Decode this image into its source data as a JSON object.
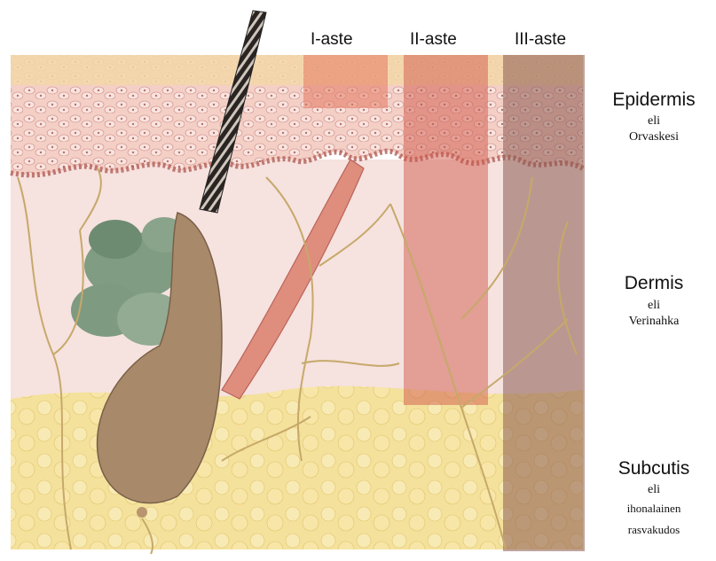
{
  "degrees": [
    {
      "label": "I-aste"
    },
    {
      "label": "II-aste"
    },
    {
      "label": "III-aste"
    }
  ],
  "layers": {
    "epidermis": {
      "name": "Epidermis",
      "eli": "eli",
      "local": "Orvaskesi"
    },
    "dermis": {
      "name": "Dermis",
      "eli": "eli",
      "local": "Verinahka"
    },
    "subcutis": {
      "name": "Subcutis",
      "eli": "eli",
      "local_line1": "ihonalainen",
      "local_line2": "rasvakudos"
    }
  },
  "colors": {
    "epidermis": "#f3c8c2",
    "dermis": "#f7e3e1",
    "subcutis": "#f3df9a",
    "degree1": "#e47a62",
    "degree2": "#cf5a4c",
    "degree3": "#8b5a50",
    "nerve": "#c6a96a",
    "gland": "#7e9a80",
    "follicle": "#a78a6a"
  }
}
